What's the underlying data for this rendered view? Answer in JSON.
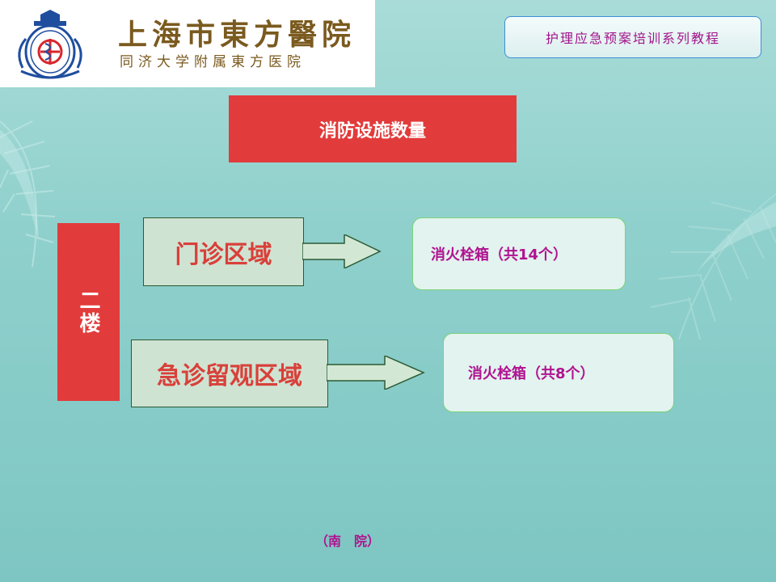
{
  "header": {
    "hospital_name": "上海市東方醫院",
    "hospital_subtitle": "同济大学附属東方医院",
    "emblem_icon": "hospital-crest-icon",
    "series_label": "护理应急预案培训系列教程"
  },
  "slide": {
    "title": "消防设施数量",
    "floor_label": "二楼",
    "areas": [
      {
        "name": "门诊区域",
        "equipment": "消火栓箱（共14个）"
      },
      {
        "name": "急诊留观区域",
        "equipment": "消火栓箱（共8个）"
      }
    ],
    "footer": "（南　院）"
  },
  "colors": {
    "accent_red": "#e23b3b",
    "text_magenta": "#b01390",
    "area_text": "#d9403a",
    "brand_gold": "#7a5a1e"
  }
}
